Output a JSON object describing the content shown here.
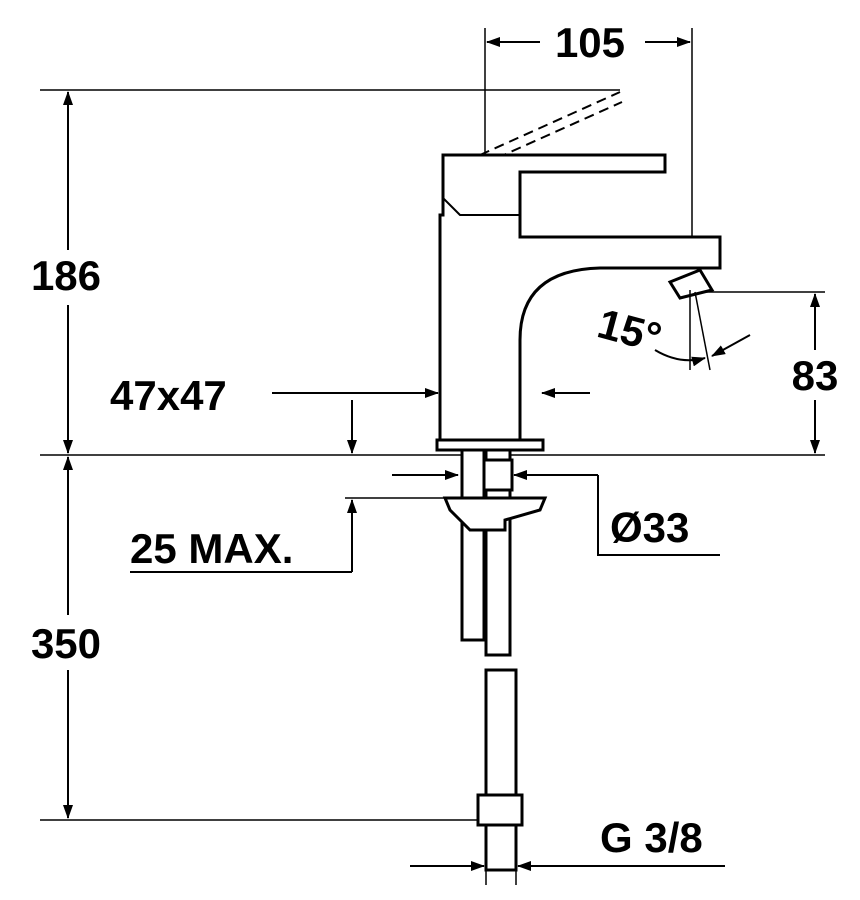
{
  "drawing": {
    "title": "Faucet dimension drawing",
    "labels": {
      "spout_reach": "105",
      "total_height": "186",
      "spout_height": "83",
      "spout_angle": "15°",
      "body_section": "47x47",
      "max_deck_thickness": "25 MAX.",
      "hole_diameter": "Ø33",
      "hose_length": "350",
      "connection_thread": "G 3/8"
    }
  }
}
